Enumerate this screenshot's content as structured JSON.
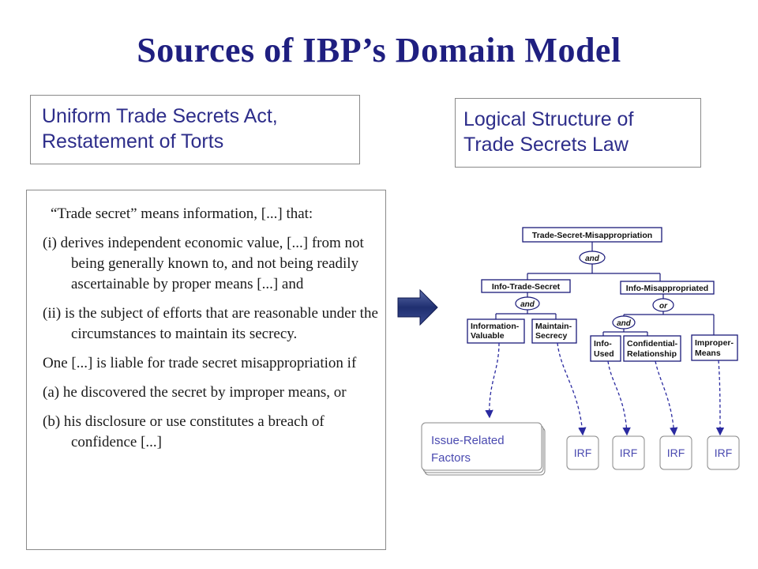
{
  "title": "Sources of IBP’s Domain Model",
  "left_box": {
    "lines": [
      "Uniform Trade Secrets Act,",
      "Restatement of Torts"
    ]
  },
  "right_box": {
    "lines": [
      "Logical Structure of",
      "Trade Secrets Law"
    ]
  },
  "statute_text": {
    "paragraphs": [
      "“Trade secret” means information, [...] that:",
      "(i) derives independent economic value, [...] from not being generally known to, and not being readily ascertainable by proper means [...] and",
      "(ii) is the subject of efforts that are reasonable under the circumstances to maintain its secrecy.",
      "One [...] is liable for trade secret misappropriation if",
      "(a) he discovered the secret by improper means, or",
      "(b) his disclosure or use constitutes a breach of confidence [...]"
    ]
  },
  "diagram": {
    "nodes": {
      "root": "Trade-Secret-Misappropriation",
      "info_trade_secret": "Info-Trade-Secret",
      "info_misappropriated": "Info-Misappropriated",
      "information_valuable": [
        "Information-",
        "Valuable"
      ],
      "maintain_secrecy": [
        "Maintain-",
        "Secrecy"
      ],
      "info_used": [
        "Info-",
        "Used"
      ],
      "confidential_relationship": [
        "Confidential-",
        "Relationship"
      ],
      "improper_means": [
        "Improper-",
        "Means"
      ]
    },
    "connectors": {
      "and1": "and",
      "and2": "and",
      "or": "or",
      "and3": "and"
    },
    "factor_box": [
      "Issue-Related",
      "Factors"
    ],
    "irf_label": "IRF",
    "line_color": "#1a1a7a",
    "text_color": "#111111",
    "dashed_color": "#2a2aa0",
    "factor_text_color": "#4a4ab0"
  },
  "colors": {
    "title": "#1f1f80",
    "label_text": "#2d2d8a",
    "arrow": "#1f2f70"
  }
}
